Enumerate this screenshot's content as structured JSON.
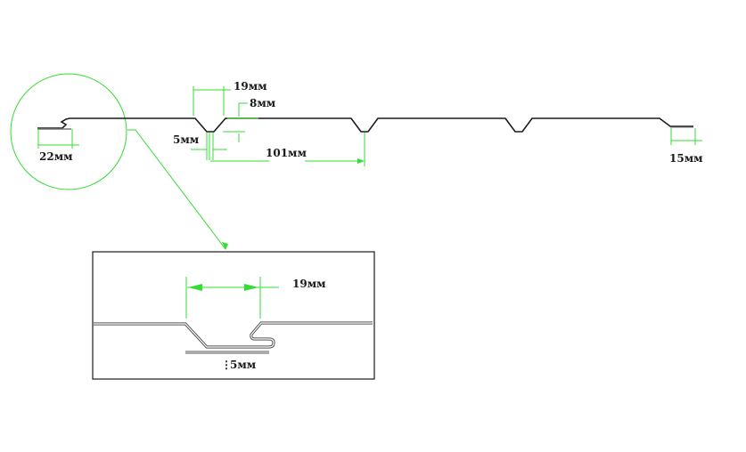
{
  "diagram": {
    "type": "metal-siding-profile-cross-section",
    "colors": {
      "profile": "#1a1a1a",
      "dimension": "#33dd33",
      "detail_frame": "#1a1a1a"
    },
    "main_profile": {
      "grooves": 3,
      "dimensions": {
        "left_lap": "22мм",
        "groove_top_width": "19мм",
        "groove_depth": "8мм",
        "groove_bottom": "5мм",
        "pitch": "101мм",
        "right_lap": "15мм"
      }
    },
    "detail_view": {
      "magnifier": "detail-circle",
      "dimensions": {
        "joint_width": "19мм",
        "gap": "5мм"
      },
      "gap_marker": "⋮"
    }
  }
}
